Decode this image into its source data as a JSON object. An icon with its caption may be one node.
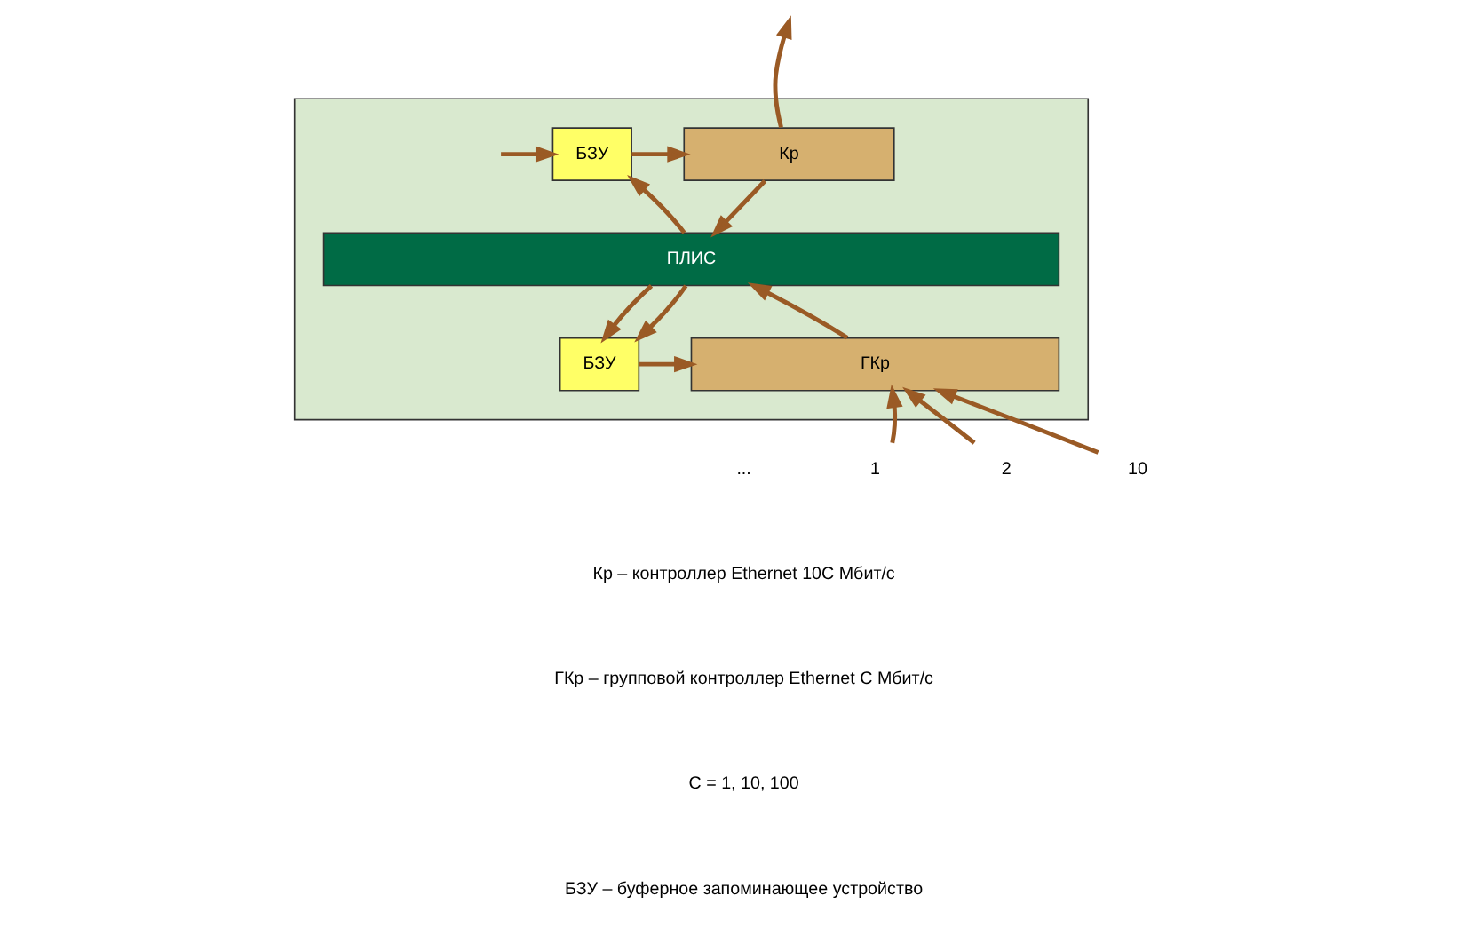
{
  "diagram": {
    "nodes": [
      {
        "text": [],
        "shape": "box"
      },
      {
        "text": [
          "БЗУ"
        ],
        "in": 0
      },
      {
        "text": [
          "Кр"
        ],
        "in": 0
      },
      {
        "text": [
          "ПЛИС"
        ],
        "in": 0
      },
      {
        "text": [
          "ГКр"
        ],
        "in": 0
      },
      {
        "text": [
          "БЗУ"
        ],
        "in": 0
      },
      {
        "text": [
          "1"
        ]
      },
      {
        "text": [
          "2"
        ]
      },
      {
        "text": [
          "10"
        ]
      }
    ],
    "edges": [
      {
        "from": null,
        "to": 1,
        "arrow": "to"
      },
      {
        "from": 1,
        "to": 2,
        "arrow": "to"
      },
      {
        "from": 2,
        "to": null,
        "arrow": "to"
      },
      {
        "from": 3,
        "to": 1,
        "arrow": "to"
      },
      {
        "from": 2,
        "to": 3,
        "arrow": "to"
      },
      {
        "from": 3,
        "to": 5,
        "arrow": "to"
      },
      {
        "from": 3,
        "to": 5,
        "arrow": "to"
      },
      {
        "from": 5,
        "to": 4,
        "arrow": "to"
      },
      {
        "from": 4,
        "to": 3,
        "arrow": "to"
      },
      {
        "from": 6,
        "to": 4,
        "arrow": "to"
      },
      {
        "from": 7,
        "to": 4,
        "arrow": "to"
      },
      {
        "from": 8,
        "to": 4,
        "arrow": "to"
      }
    ],
    "labels": [
      "...",
      "Кр – контроллер Ethernet 10C Мбит/с",
      "ГКр – групповой контроллер Ethernet C Мбит/с",
      "C = 1, 10, 100",
      "БЗУ – буферное запоминающее устройство"
    ]
  }
}
